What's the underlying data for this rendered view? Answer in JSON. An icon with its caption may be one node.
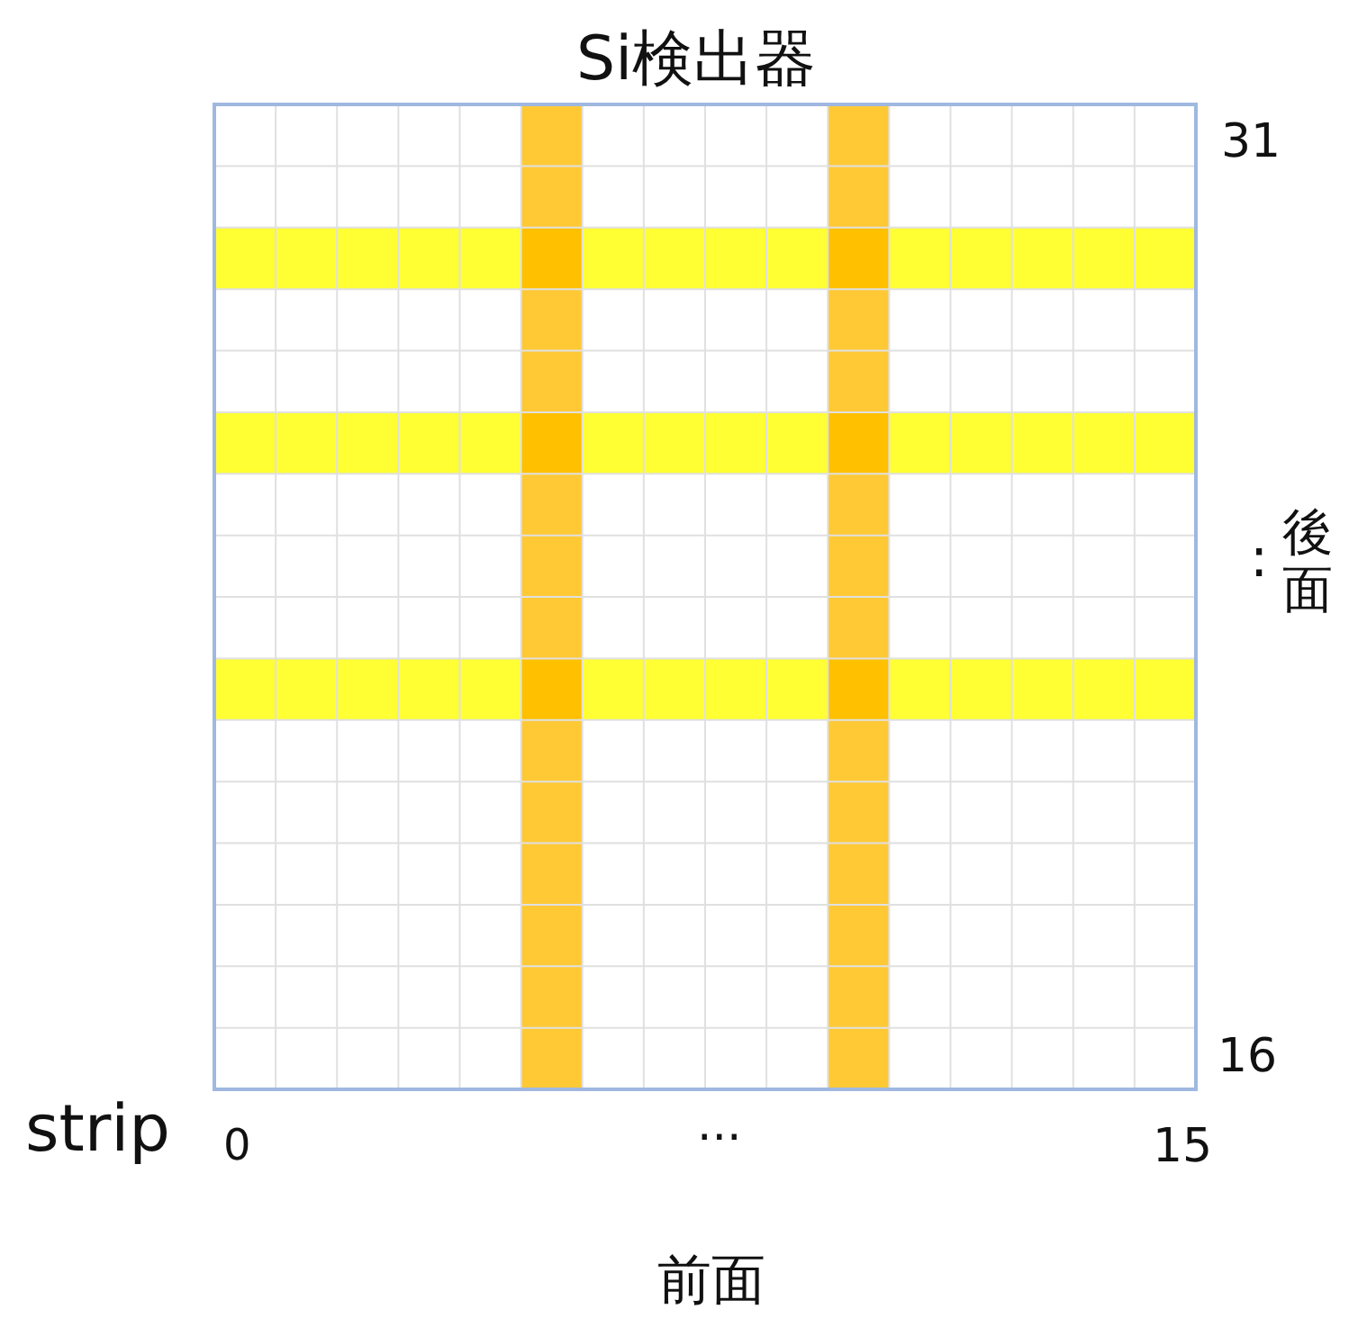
{
  "diagram": {
    "title": "Si検出器",
    "labels": [
      "31",
      ":",
      "後面",
      "16",
      "strip",
      "0",
      "...",
      "15",
      "前面"
    ]
  }
}
